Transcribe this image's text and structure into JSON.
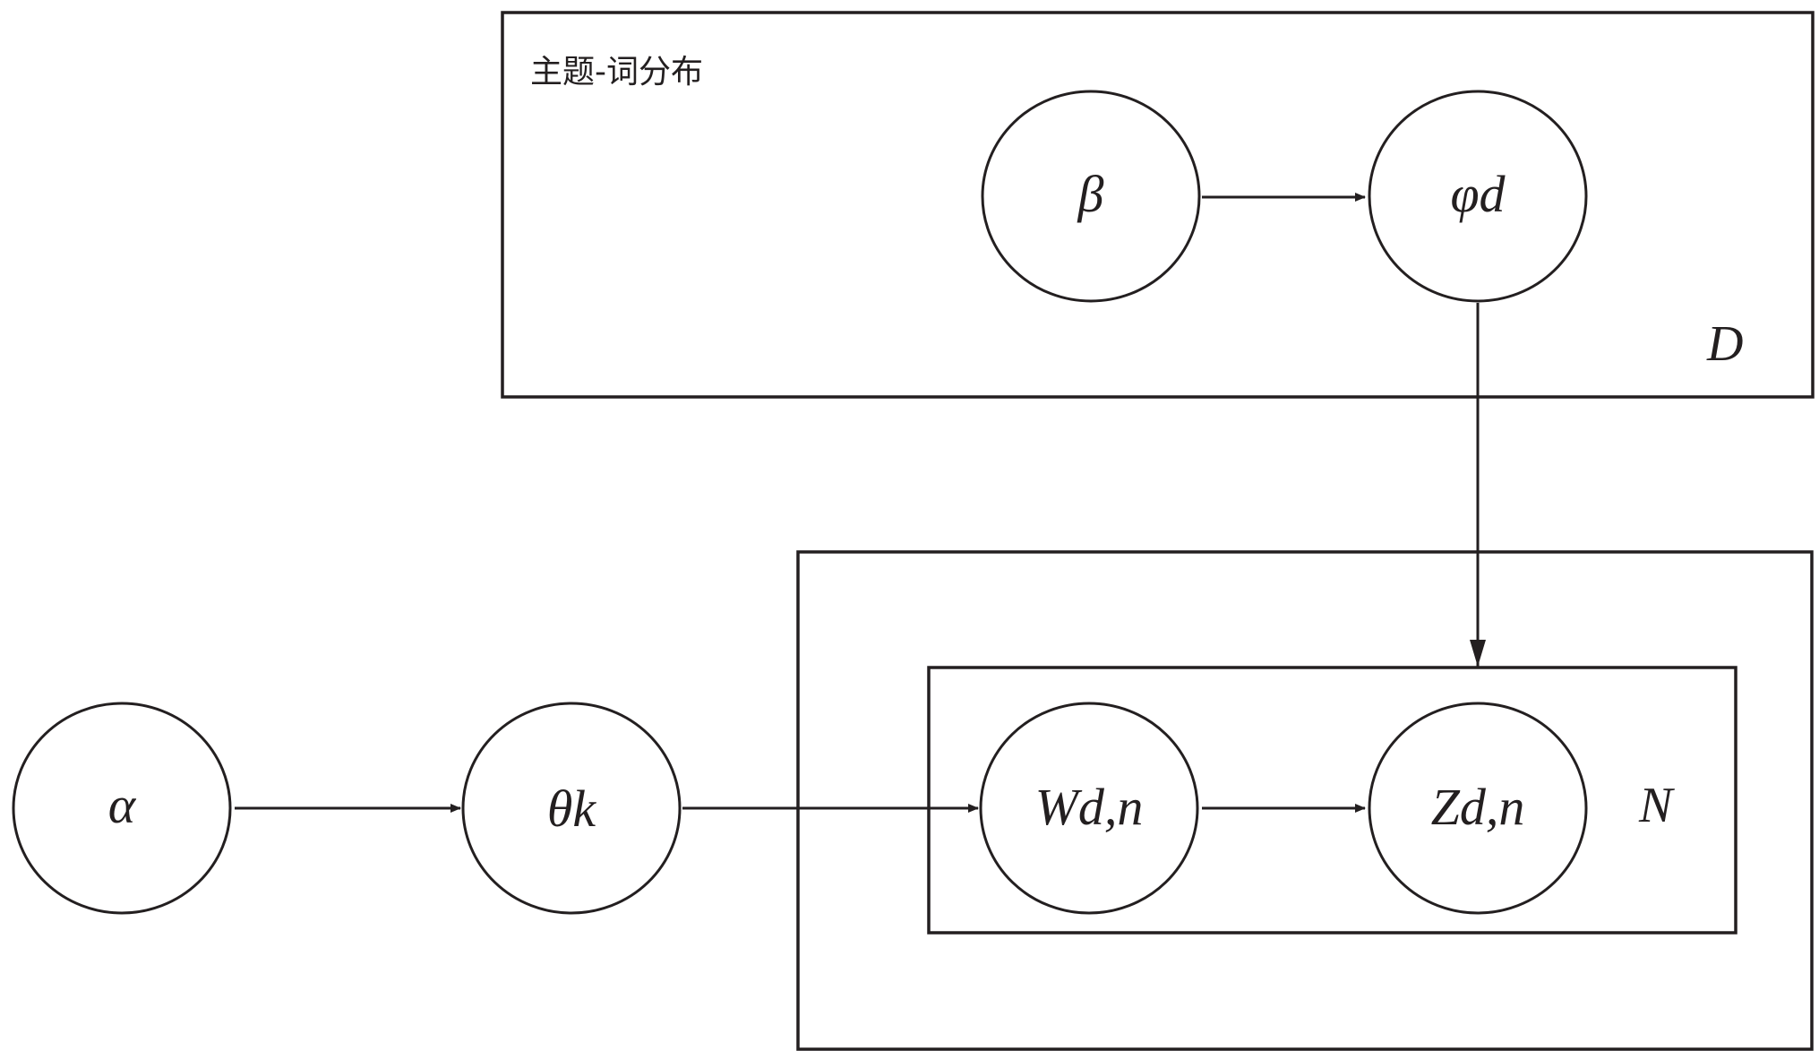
{
  "diagram": {
    "title_label": "主题-词分布",
    "plates": {
      "topic_word": {
        "label": "D"
      },
      "document": {
        "label": ""
      },
      "word": {
        "label": "N"
      }
    },
    "nodes": {
      "alpha": {
        "label": "α"
      },
      "theta": {
        "label": "θk"
      },
      "beta": {
        "label": "β"
      },
      "phi": {
        "label": "φd"
      },
      "w": {
        "label": "Wd,n"
      },
      "z": {
        "label": "Zd,n"
      }
    },
    "edges": [
      {
        "from": "alpha",
        "to": "theta"
      },
      {
        "from": "theta",
        "to": "w"
      },
      {
        "from": "beta",
        "to": "phi"
      },
      {
        "from": "phi",
        "to": "word-plate"
      },
      {
        "from": "w",
        "to": "z"
      }
    ],
    "colors": {
      "stroke": "#231f20",
      "background": "#ffffff"
    }
  }
}
